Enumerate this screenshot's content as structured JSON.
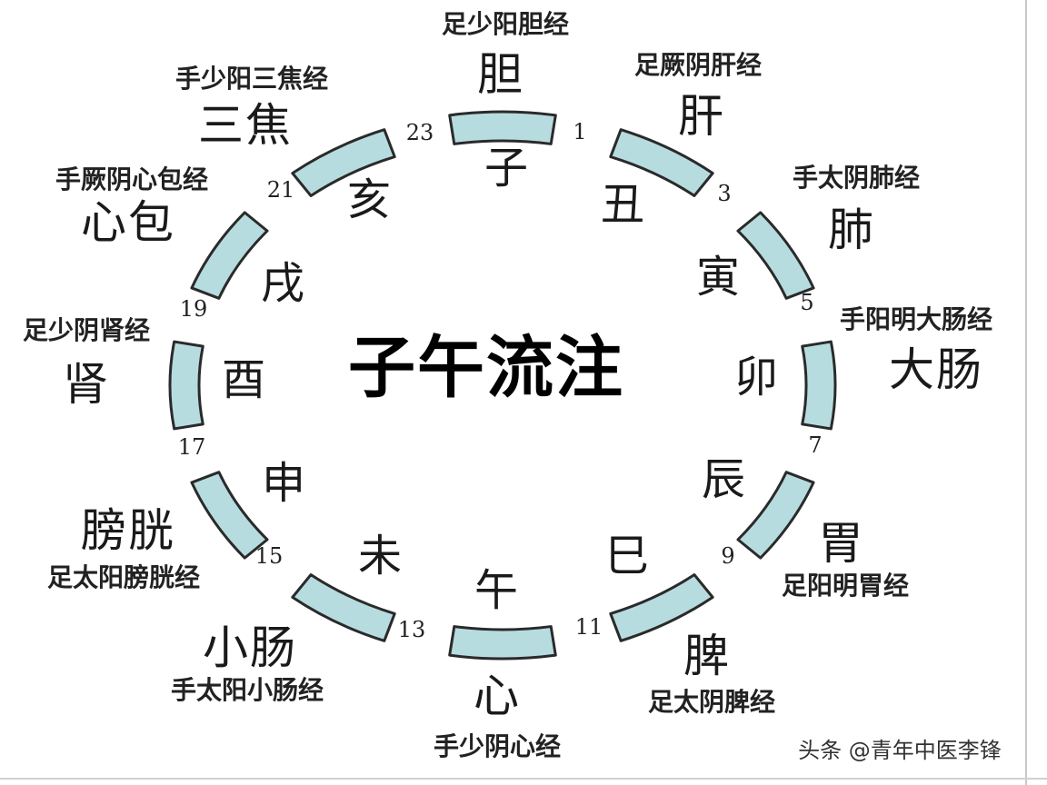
{
  "title": "子午流注",
  "watermark": "头条 @青年中医李锋",
  "colors": {
    "segment_fill": "#b7dcdf",
    "segment_stroke": "#2a2a2a"
  },
  "hours": {
    "h1": "1",
    "h3": "3",
    "h5": "5",
    "h7": "7",
    "h9": "9",
    "h11": "11",
    "h13": "13",
    "h15": "15",
    "h17": "17",
    "h19": "19",
    "h21": "21",
    "h23": "23"
  },
  "branches": {
    "zi": "子",
    "chou": "丑",
    "yin": "寅",
    "mao": "卯",
    "chen": "辰",
    "si": "巳",
    "wu": "午",
    "wei": "未",
    "shen": "申",
    "you": "酉",
    "xu": "戌",
    "hai": "亥"
  },
  "organs": {
    "dan": "胆",
    "gan": "肝",
    "fei": "肺",
    "dachang": "大肠",
    "wei": "胃",
    "pi": "脾",
    "xin": "心",
    "xiaochang": "小肠",
    "pangguang": "膀胱",
    "shen": "肾",
    "xinbao": "心包",
    "sanjiao": "三焦"
  },
  "meridians": {
    "dan": "足少阳胆经",
    "gan": "足厥阴肝经",
    "fei": "手太阴肺经",
    "dachang": "手阳明大肠经",
    "wei": "足阳明胃经",
    "pi": "足太阴脾经",
    "xin": "手少阴心经",
    "xiaochang": "手太阳小肠经",
    "pangguang": "足太阳膀胱经",
    "shen": "足少阴肾经",
    "xinbao": "手厥阴心包经",
    "sanjiao": "手少阳三焦经"
  }
}
